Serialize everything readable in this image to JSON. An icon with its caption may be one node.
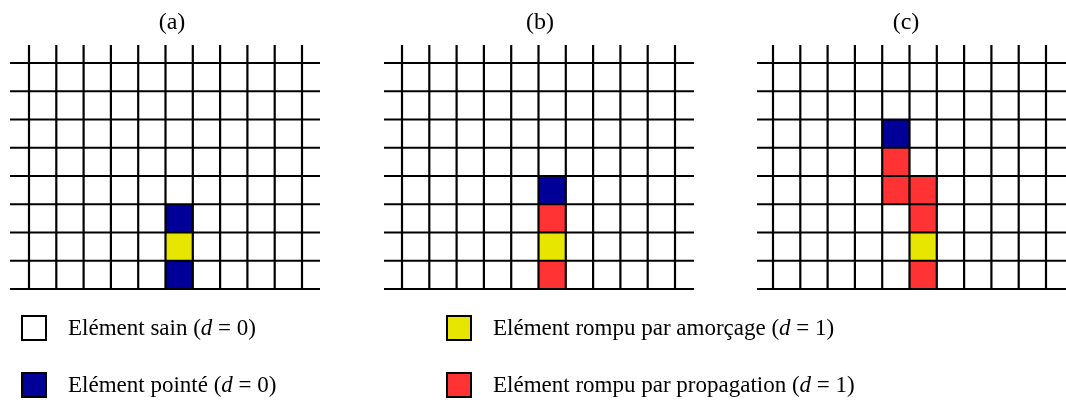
{
  "diagram": {
    "labels": [
      "(a)",
      "(b)",
      "(c)"
    ],
    "legend": [
      {
        "text": "Elément sain (*d* = 0)",
        "color": "#ffffff"
      },
      {
        "text": "Elément rompu par amorçage (*d* = 1)",
        "color": "#e6e600"
      },
      {
        "text": "Elément pointé (*d* = 0)",
        "color": "#000099"
      },
      {
        "text": "Elément rompu par propagation (*d* = 1)",
        "color": "#ff3333"
      }
    ]
  }
}
